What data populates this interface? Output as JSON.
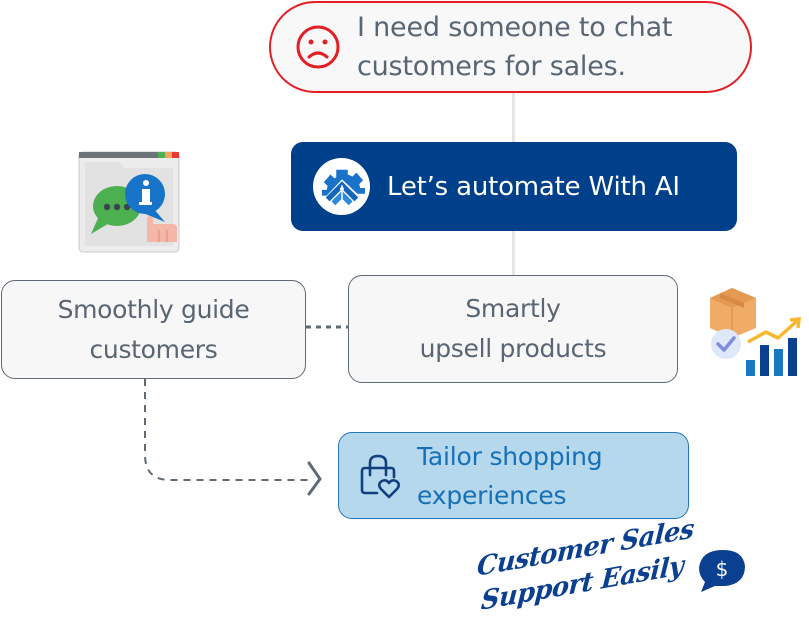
{
  "problem": {
    "icon": "sad-face-icon",
    "lines": [
      "I need someone to chat",
      "customers for sales."
    ]
  },
  "solution": {
    "icon": "ai-gear-logo-icon",
    "label": "Let’s automate With AI"
  },
  "features": {
    "guide": {
      "lines": [
        "Smoothly guide",
        "customers"
      ],
      "icon": "chat-info-browser-icon"
    },
    "upsell": {
      "lines": [
        "Smartly",
        "upsell products"
      ],
      "icon": "product-growth-chart-icon"
    },
    "tailor": {
      "lines": [
        "Tailor shopping",
        "experiences"
      ],
      "icon": "shopping-bag-heart-icon"
    }
  },
  "tagline": {
    "lines": [
      "Customer Sales",
      "Support Easily"
    ],
    "icon": "dollar-chat-bubble-icon",
    "symbol": "$"
  },
  "colors": {
    "alert_red": "#e31e24",
    "brand_blue": "#003f8a",
    "text_gray": "#5a6573",
    "highlight_blue": "#b5d8ec",
    "highlight_text": "#1670b8"
  }
}
